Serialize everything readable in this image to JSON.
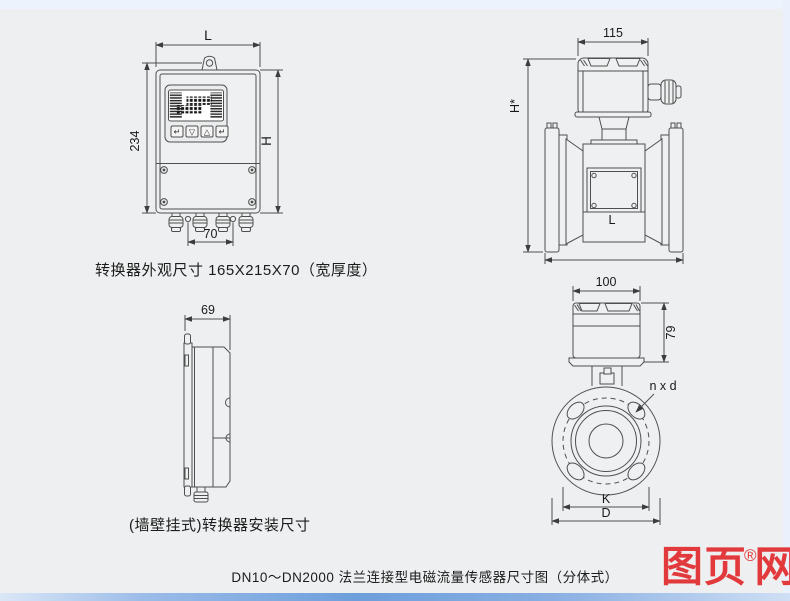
{
  "page": {
    "bg": "#eeeff0",
    "top_strip_color": "#edf3fc",
    "right_strip_color": "#eaf1fc",
    "line_color": "#4f4f4f"
  },
  "views": {
    "converter_front": {
      "dim_width": "L",
      "dim_height_left": "234",
      "dim_height_right": "H",
      "dim_gland": "70",
      "keypad": [
        "↵",
        "▽",
        "△",
        "↵"
      ]
    },
    "sensor_side": {
      "dim_top": "115",
      "dim_height": "H*",
      "dim_length": "L"
    },
    "converter_side": {
      "dim_depth": "69"
    },
    "sensor_end": {
      "dim_top": "100",
      "dim_height": "79",
      "bolt_label": "n x d",
      "dim_bolt_circle": "K",
      "dim_outer": "D"
    }
  },
  "captions": {
    "converter_size": "转换器外观尺寸 165X215X70（宽厚度）",
    "wall_mount": "(墙壁挂式)转换器安装尺寸",
    "main_title": "DN10～DN2000 法兰连接型电磁流量传感器尺寸图（分体式）"
  },
  "watermark": {
    "part1": "图页",
    "reg": "®",
    "part2": "网",
    "color": "#e23a3c"
  }
}
